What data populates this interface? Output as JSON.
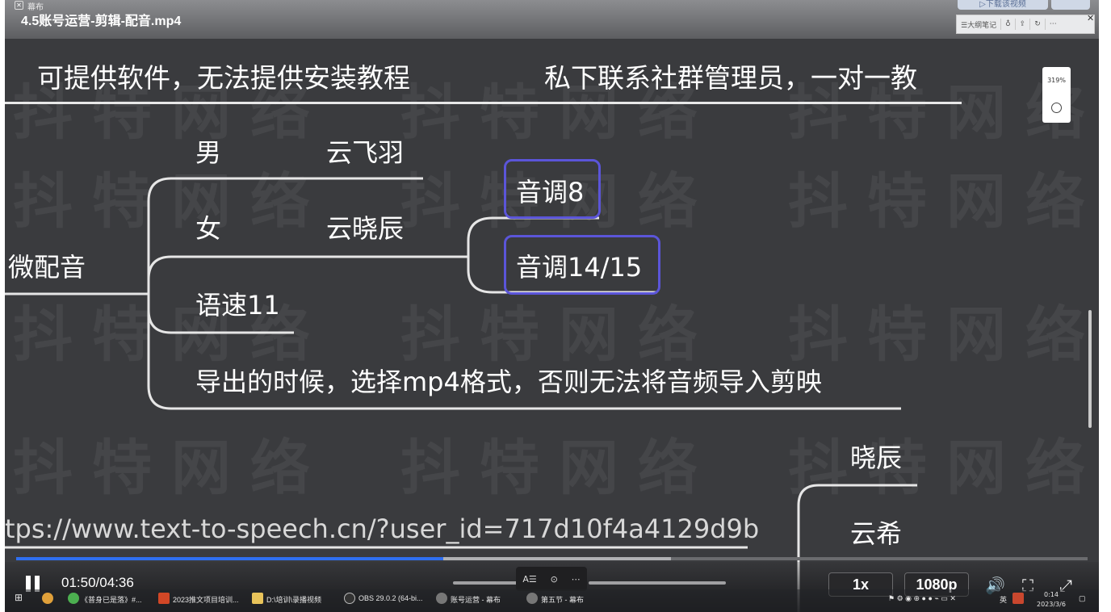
{
  "window": {
    "app_name": "幕布",
    "video_title": "4.5账号运营-剪辑-配音.mp4",
    "download_banner": "▷下载该视频",
    "toolbar": {
      "outline_notes": "☰大纲笔记",
      "share_icon": "share-icon",
      "more": "⋯"
    }
  },
  "slide": {
    "watermark": "抖特网络",
    "top_left_note": "可提供软件，无法提供安装教程",
    "top_right_note": "私下联系社群管理员，一对一教",
    "root": "微配音",
    "male_label": "男",
    "male_voice": "云飞羽",
    "female_label": "女",
    "female_voice": "云晓辰",
    "tone_1": "音调8",
    "tone_2": "音调14/15",
    "speed": "语速11",
    "export_note": "导出的时候，选择mp4格式，否则无法将音频导入剪映",
    "voice_a": "晓辰",
    "voice_b": "云希",
    "url": "tps://www.text-to-speech.cn/?user_id=717d10f4a4129d9b"
  },
  "zoom_widget": {
    "zoom": "319%"
  },
  "player": {
    "current_time": "01:50",
    "separator": "/",
    "duration": "04:36",
    "progress_fraction": 0.399,
    "buffered_fraction": 0.611,
    "speed": "1x",
    "quality": "1080p",
    "accent_color": "#2f6ff0",
    "mini_tools": {
      "text": "A☰",
      "check": "⊙",
      "more": "⋯"
    }
  },
  "taskbar": {
    "items": [
      "《普身已是落》#...",
      "2023推文项目培训...",
      "D:\\培训\\录播视频",
      "OBS 29.0.2 (64-bi...",
      "账号运营 - 幕布",
      "第五节 - 幕布"
    ],
    "tray_lang": "英",
    "clock_time": "0:14",
    "clock_date": "2023/3/6"
  }
}
